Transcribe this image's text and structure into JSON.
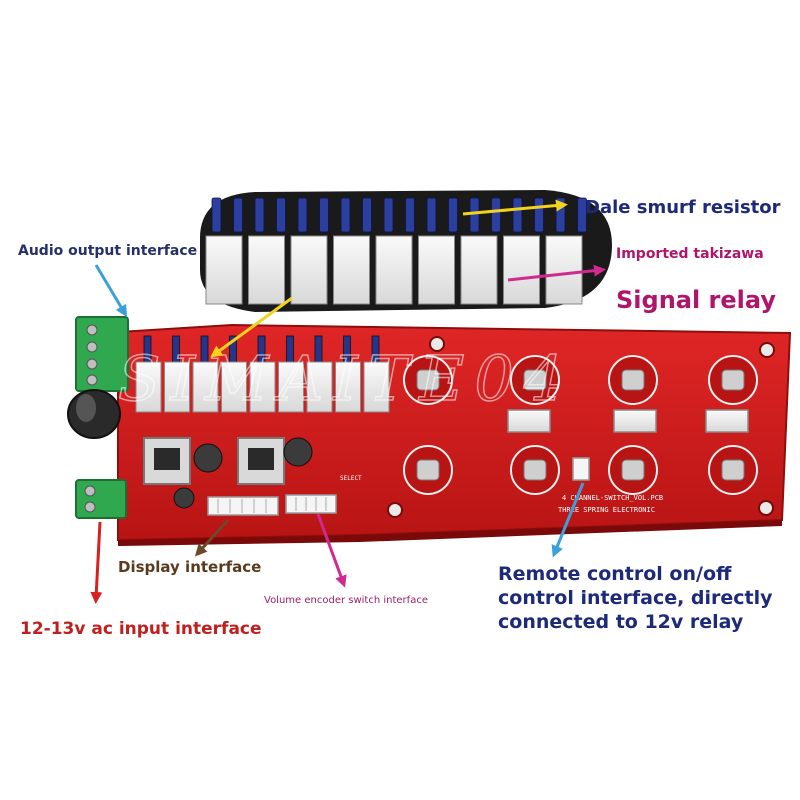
{
  "labels": {
    "dale": "Dale smurf resistor",
    "takizawa": "Imported takizawa",
    "signal_relay": "Signal relay",
    "audio_output": "Audio output interface",
    "display": "Display interface",
    "volume_encoder": "Volume encoder switch interface",
    "ac_input": "12-13v ac input interface",
    "remote_line1": "Remote control on/off",
    "remote_line2": "control interface, directly",
    "remote_line3": "connected to 12v relay"
  },
  "board_text": {
    "model": "4 CHANNEL-SWITCH_VOL.PCB",
    "maker": "THREE SPRING ELECTRONIC",
    "select": "SELECT"
  },
  "watermark": "SIMAITE04",
  "colors": {
    "pcb_red": "#d61d1d",
    "terminal_green": "#2fa84f",
    "label_navy": "#1d2a7a",
    "label_magenta": "#b0156c",
    "label_red": "#c0201d",
    "arrow_blue": "#3aa0d8",
    "arrow_yellow": "#f2d21b",
    "arrow_magenta": "#d02a8e",
    "arrow_brown": "#6b4a2a"
  }
}
